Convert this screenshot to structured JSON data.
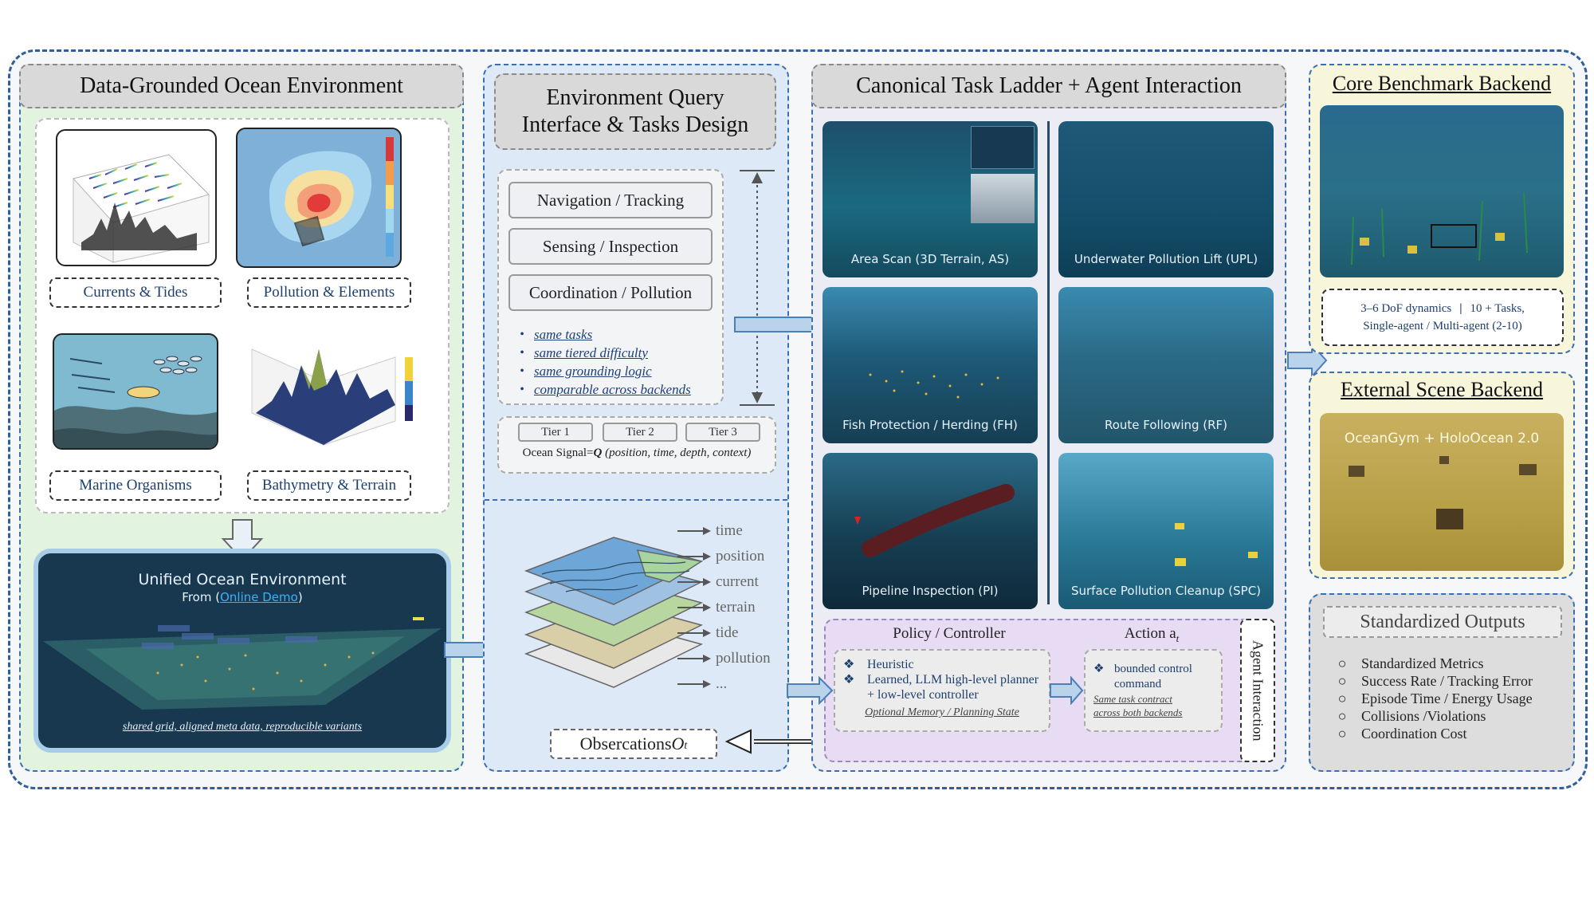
{
  "env_panel": {
    "title": "Data-Grounded Ocean Environment",
    "labels": [
      "Currents & Tides",
      "Pollution & Elements",
      "Marine Organisms",
      "Bathymetry & Terrain"
    ],
    "unified_title": "Unified Ocean Environment",
    "unified_from": "From (",
    "unified_link": "Online Demo",
    "unified_close": ")",
    "unified_caption": "shared grid, aligned meta data, reproducible variants"
  },
  "query_panel": {
    "title_line1": "Environment Query",
    "title_line2": "Interface & Tasks Design",
    "options": [
      "Navigation / Tracking",
      "Sensing / Inspection",
      "Coordination / Pollution"
    ],
    "bullets": [
      "same tasks",
      "same tiered difficulty",
      "same grounding logic",
      "comparable across backends"
    ],
    "tiers": [
      "Tier 1",
      "Tier 2",
      "Tier 3"
    ],
    "signal_prefix": "Ocean Signal=",
    "signal_symbol": "Q",
    "signal_args": " (position, time, depth, context)",
    "layers": [
      "time",
      "position",
      "current",
      "terrain",
      "tide",
      "pollution",
      "..."
    ],
    "observations_prefix": "Obsercations ",
    "observations_symbol": "O",
    "observations_sub": "t"
  },
  "task_panel": {
    "title": "Canonical Task Ladder + Agent Interaction",
    "tasks": [
      "Area Scan (3D Terrain, AS)",
      "Underwater Pollution Lift (UPL)",
      "Fish Protection / Herding (FH)",
      "Route Following (RF)",
      "Pipeline Inspection (PI)",
      "Surface Pollution Cleanup (SPC)"
    ],
    "policy_title": "Policy / Controller",
    "policy_items": [
      "Heuristic",
      "Learned, LLM high-level planner + low-level controller"
    ],
    "policy_note": "Optional Memory / Planning State",
    "action_title": "Action a",
    "action_sub": "t",
    "action_items": [
      "bounded control command"
    ],
    "action_note_line1": "Same task contract",
    "action_note_line2": "across both backends",
    "agent_label": "Agent Interaction"
  },
  "backend": {
    "core_title": "Core Benchmark Backend",
    "core_line1a": "3–6 DoF dynamics",
    "core_line1b": "10 + Tasks,",
    "core_line2": "Single-agent / Multi-agent (2-10)",
    "external_title": "External Scene Backend",
    "external_caption": "OceanGym + HoloOcean 2.0",
    "outputs_title": "Standardized Outputs",
    "outputs": [
      "Standardized Metrics",
      "Success Rate / Tracking Error",
      "Episode Time / Energy Usage",
      "Collisions /Violations",
      "Coordination Cost"
    ]
  },
  "colors": {
    "panel_border": "#3b6fb0",
    "env_bg": "#e2f3df",
    "query_bg": "#dde9f7",
    "task_bg": "#ececf4",
    "agent_bg": "#e7dcf4",
    "backend_bg": "#f7f5da",
    "arrow_fill": "#b9d3ea"
  }
}
